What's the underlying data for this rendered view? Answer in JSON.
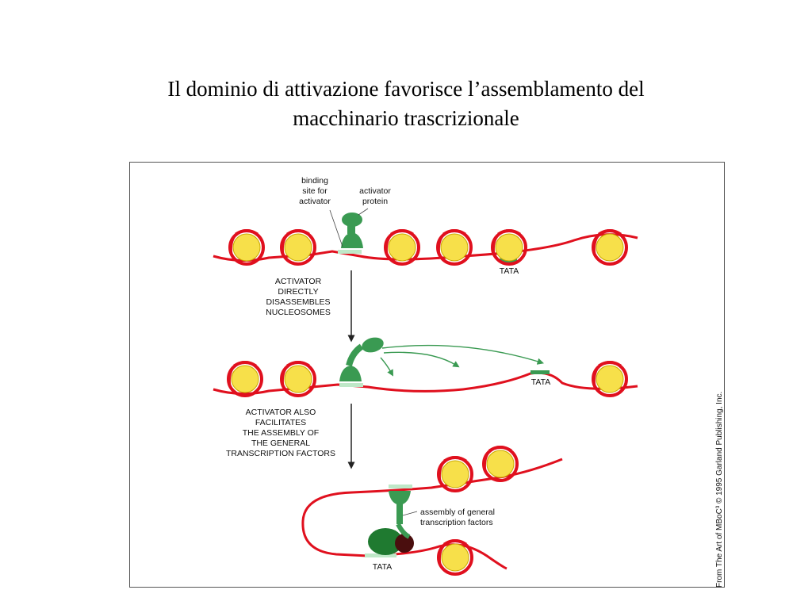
{
  "slide": {
    "title_line1": "Il dominio di attivazione favorisce l’assemblamento del",
    "title_line2": "macchinario trascrizionale"
  },
  "figure": {
    "labels": {
      "binding_site_1": "binding",
      "binding_site_2": "site for",
      "binding_site_3": "activator",
      "activator_protein_1": "activator",
      "activator_protein_2": "protein",
      "tata_1": "TATA",
      "tata_2": "TATA",
      "tata_3": "TATA",
      "assembly_1": "assembly of general",
      "assembly_2": "transcription factors"
    },
    "steps": {
      "step1_line1": "ACTIVATOR",
      "step1_line2": "DIRECTLY",
      "step1_line3": "DISASSEMBLES",
      "step1_line4": "NUCLEOSOMES",
      "step2_line1": "ACTIVATOR ALSO",
      "step2_line2": "FACILITATES",
      "step2_line3": "THE ASSEMBLY OF",
      "step2_line4": "THE GENERAL",
      "step2_line5": "TRANSCRIPTION FACTORS"
    },
    "credit": "From The Art of MBoC³ © 1995 Garland Publishing, Inc.",
    "colors": {
      "dna": "#e0101e",
      "nucleosome_core": "#f7e04a",
      "nucleosome_core_edge": "#c9a800",
      "protein": "#3a9a52",
      "tf_dark_green": "#1f7a30",
      "tf_dark_red": "#4a0e0e",
      "binding_site": "#bfe8c8"
    },
    "icons": [
      "nucleosome-icon",
      "activator-protein-icon",
      "down-arrow-icon",
      "curved-arrow-icon"
    ]
  }
}
